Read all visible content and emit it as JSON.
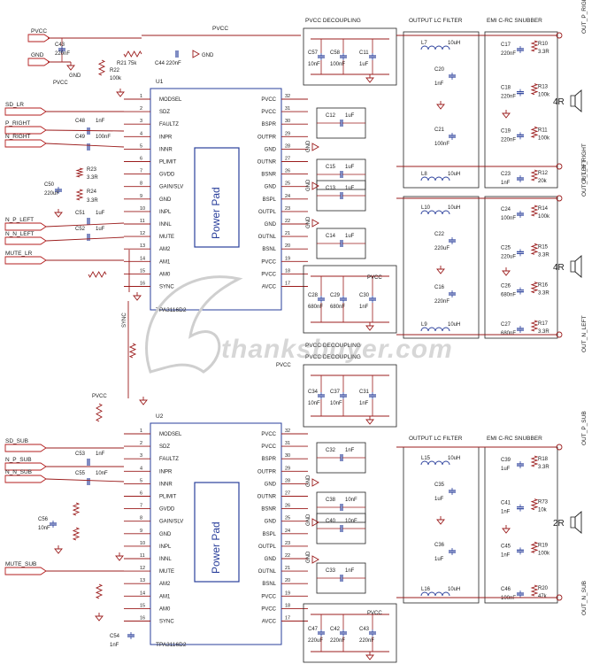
{
  "colors": {
    "wire": "#9b1c1c",
    "chip": "#2a3f9b",
    "text": "#1c1c1c",
    "port": "#b31e1e",
    "ground": "#9b1c1c",
    "cap": "#2a3f9b",
    "box": "#222222"
  },
  "watermark": "thanksbuyer.com",
  "chips": [
    {
      "ref": "U1",
      "part": "TPA3116D2",
      "pad_label": "Power Pad",
      "left_pins": [
        [
          "1",
          "MODSEL"
        ],
        [
          "2",
          "SDZ"
        ],
        [
          "3",
          "FAULTZ"
        ],
        [
          "4",
          "INPR"
        ],
        [
          "5",
          "INNR"
        ],
        [
          "6",
          "PLIMIT"
        ],
        [
          "7",
          "GVDD"
        ],
        [
          "8",
          "GAIN/SLV"
        ],
        [
          "9",
          "GND"
        ],
        [
          "10",
          "INPL"
        ],
        [
          "11",
          "INNL"
        ],
        [
          "12",
          "MUTE"
        ],
        [
          "13",
          "AM2"
        ],
        [
          "14",
          "AM1"
        ],
        [
          "15",
          "AM0"
        ],
        [
          "16",
          "SYNC"
        ]
      ],
      "right_pins": [
        [
          "32",
          "PVCC"
        ],
        [
          "31",
          "PVCC"
        ],
        [
          "30",
          "BSPR"
        ],
        [
          "29",
          "OUTPR"
        ],
        [
          "28",
          "GND"
        ],
        [
          "27",
          "OUTNR"
        ],
        [
          "26",
          "BSNR"
        ],
        [
          "25",
          "GND"
        ],
        [
          "24",
          "BSPL"
        ],
        [
          "23",
          "OUTPL"
        ],
        [
          "22",
          "GND"
        ],
        [
          "21",
          "OUTNL"
        ],
        [
          "20",
          "BSNL"
        ],
        [
          "19",
          "PVCC"
        ],
        [
          "18",
          "PVCC"
        ],
        [
          "17",
          "AVCC"
        ]
      ]
    },
    {
      "ref": "U2",
      "part": "TPA3116D2",
      "pad_label": "Power Pad",
      "left_pins": [
        [
          "1",
          "MODSEL"
        ],
        [
          "2",
          "SDZ"
        ],
        [
          "3",
          "FAULTZ"
        ],
        [
          "4",
          "INPR"
        ],
        [
          "5",
          "INNR"
        ],
        [
          "6",
          "PLIMIT"
        ],
        [
          "7",
          "GVDD"
        ],
        [
          "8",
          "GAIN/SLV"
        ],
        [
          "9",
          "GND"
        ],
        [
          "10",
          "INPL"
        ],
        [
          "11",
          "INNL"
        ],
        [
          "12",
          "MUTE"
        ],
        [
          "13",
          "AM2"
        ],
        [
          "14",
          "AM1"
        ],
        [
          "15",
          "AM0"
        ],
        [
          "16",
          "SYNC"
        ]
      ],
      "right_pins": [
        [
          "32",
          "PVCC"
        ],
        [
          "31",
          "PVCC"
        ],
        [
          "30",
          "BSPR"
        ],
        [
          "29",
          "OUTPR"
        ],
        [
          "28",
          "GND"
        ],
        [
          "27",
          "OUTNR"
        ],
        [
          "26",
          "BSNR"
        ],
        [
          "25",
          "GND"
        ],
        [
          "24",
          "BSPL"
        ],
        [
          "23",
          "OUTPL"
        ],
        [
          "22",
          "GND"
        ],
        [
          "21",
          "OUTNL"
        ],
        [
          "20",
          "BSNL"
        ],
        [
          "19",
          "PVCC"
        ],
        [
          "18",
          "PVCC"
        ],
        [
          "17",
          "AVCC"
        ]
      ]
    }
  ],
  "section_titles": {
    "pvcc_decoupling": "PVCC DECOUPLING",
    "output_lc": "OUTPUT LC FILTER",
    "snubber": "EMI C-RC SNUBBER"
  },
  "input_ports": [
    "PVCC",
    "GND",
    "SD_LR",
    "P_RIGHT",
    "N_RIGHT",
    "N_P_LEFT",
    "N_N_LEFT",
    "MUTE_LR",
    "SD_SUB",
    "N_P_SUB",
    "N_N_SUB",
    "MUTE_SUB"
  ],
  "output_ports": [
    "OUT_P_RIGHT",
    "OUT_N_RIGHT",
    "OUT_P_LEFT",
    "OUT_N_LEFT",
    "OUT_P_SUB",
    "OUT_N_SUB"
  ],
  "speakers": [
    "4R",
    "4R",
    "2R"
  ],
  "net_labels": [
    "PVCC",
    "PVCC",
    "PVCC",
    "PVCC",
    "PVCC",
    "PVCC",
    "GND",
    "GND",
    "GND",
    "GND",
    "GND",
    "GND",
    "GND",
    "GND",
    "GND",
    "GND",
    "SYNC"
  ],
  "components": {
    "caps": [
      [
        "C57",
        "10nF"
      ],
      [
        "C58",
        "100nF"
      ],
      [
        "C11",
        "1uF"
      ],
      [
        "C12",
        "1uF"
      ],
      [
        "C15",
        "1uF"
      ],
      [
        "C13",
        "1uF"
      ],
      [
        "C14",
        "1uF"
      ],
      [
        "C20",
        "1nF"
      ],
      [
        "C21",
        "100nF"
      ],
      [
        "C22",
        "220uF"
      ],
      [
        "C16",
        "220nF"
      ],
      [
        "C17",
        "220nF"
      ],
      [
        "C18",
        "220nF"
      ],
      [
        "C19",
        "220nF"
      ],
      [
        "C23",
        "1nF"
      ],
      [
        "C24",
        "100nF"
      ],
      [
        "C25",
        "220uF"
      ],
      [
        "C26",
        "680nF"
      ],
      [
        "C27",
        "680nF"
      ],
      [
        "C28",
        "680nF"
      ],
      [
        "C29",
        "680nF"
      ],
      [
        "C30",
        "1nF"
      ],
      [
        "C34",
        "10nF"
      ],
      [
        "C37",
        "10nF"
      ],
      [
        "C31",
        "1nF"
      ],
      [
        "C32",
        "1nF"
      ],
      [
        "C38",
        "10nF"
      ],
      [
        "C40",
        "10nF"
      ],
      [
        "C33",
        "1nF"
      ],
      [
        "C35",
        "1uF"
      ],
      [
        "C36",
        "1uF"
      ],
      [
        "C39",
        "1uF"
      ],
      [
        "C41",
        "1nF"
      ],
      [
        "C45",
        "1nF"
      ],
      [
        "C46",
        "100nF"
      ],
      [
        "C47",
        "220uF"
      ],
      [
        "C42",
        "220nF"
      ],
      [
        "C43",
        "220nF"
      ],
      [
        "C43",
        "220nF"
      ],
      [
        "C44",
        "220nF"
      ],
      [
        "C48",
        "1nF"
      ],
      [
        "C49",
        "100nF"
      ],
      [
        "C50",
        "220uF"
      ],
      [
        "C51",
        "1uF"
      ],
      [
        "C52",
        "1uF"
      ],
      [
        "C53",
        "1nF"
      ],
      [
        "C55",
        "10nF"
      ],
      [
        "C56",
        "10nF"
      ],
      [
        "C54",
        "1nF"
      ]
    ],
    "resistors": [
      [
        "R10",
        "3.3R"
      ],
      [
        "R13",
        "100k"
      ],
      [
        "R11",
        "100k"
      ],
      [
        "R12",
        "20k"
      ],
      [
        "R14",
        "100k"
      ],
      [
        "R15",
        "3.3R"
      ],
      [
        "R16",
        "3.3R"
      ],
      [
        "R17",
        "3.3R"
      ],
      [
        "R18",
        "3.3R"
      ],
      [
        "R73",
        "10k"
      ],
      [
        "R19",
        "100k"
      ],
      [
        "R20",
        "47k"
      ],
      [
        "R21",
        "75k"
      ],
      [
        "R22",
        "100k"
      ],
      [
        "R23",
        "3.3R"
      ],
      [
        "R24",
        "3.3R"
      ]
    ],
    "inductors": [
      [
        "L7",
        "10uH"
      ],
      [
        "L8",
        "10uH"
      ],
      [
        "L10",
        "10uH"
      ],
      [
        "L9",
        "10uH"
      ],
      [
        "L15",
        "10uH"
      ],
      [
        "L16",
        "10uH"
      ]
    ]
  }
}
